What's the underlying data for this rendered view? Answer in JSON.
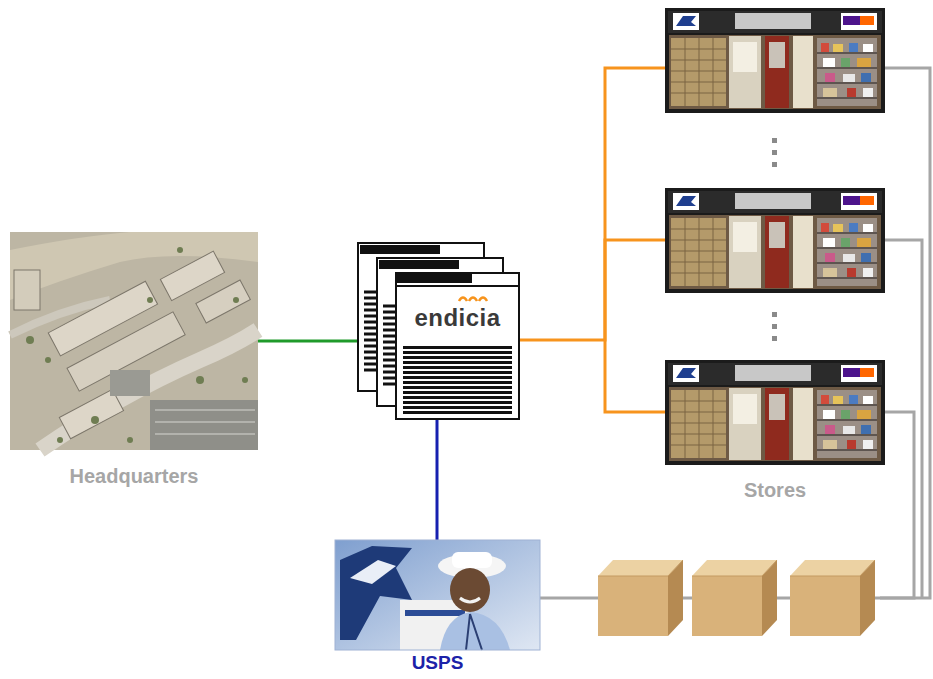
{
  "diagram": {
    "nodes": [
      {
        "text": [
          "Headquarters"
        ]
      },
      {
        "text": [
          "endicia"
        ]
      },
      {
        "text": [
          "Stores"
        ]
      },
      {
        "text": [
          "USPS"
        ]
      }
    ],
    "edges": [
      {
        "from": 0,
        "to": 1,
        "arrow": "none"
      },
      {
        "from": 1,
        "to": 2,
        "arrow": "none"
      },
      {
        "from": 1,
        "to": 3,
        "arrow": "none"
      },
      {
        "from": 2,
        "to": 3,
        "arrow": "none"
      }
    ]
  }
}
